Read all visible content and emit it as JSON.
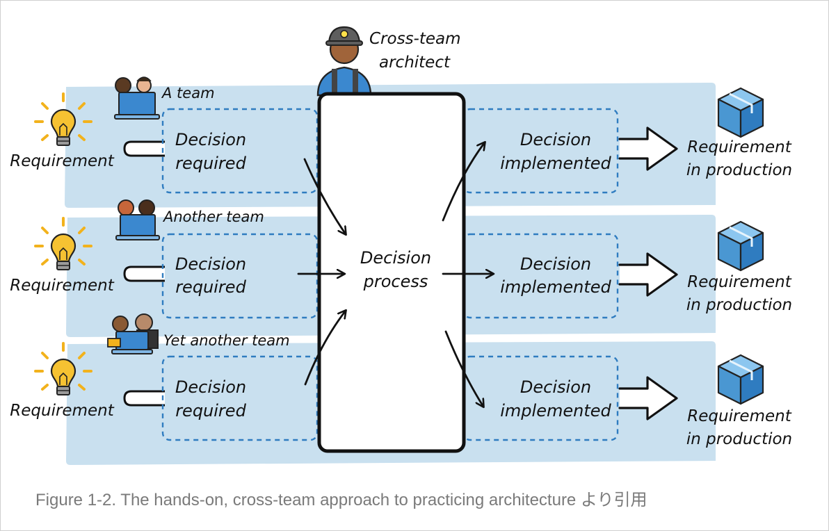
{
  "architect": {
    "label_line1": "Cross-team",
    "label_line2": "architect"
  },
  "decision_process": {
    "line1": "Decision",
    "line2": "process"
  },
  "lanes": [
    {
      "team": "A team",
      "requirement": "Requirement",
      "decision_required": [
        "Decision",
        "required"
      ],
      "decision_implemented": [
        "Decision",
        "implemented"
      ],
      "output": [
        "Requirement",
        "in production"
      ]
    },
    {
      "team": "Another team",
      "requirement": "Requirement",
      "decision_required": [
        "Decision",
        "required"
      ],
      "decision_implemented": [
        "Decision",
        "implemented"
      ],
      "output": [
        "Requirement",
        "in production"
      ]
    },
    {
      "team": "Yet another team",
      "requirement": "Requirement",
      "decision_required": [
        "Decision",
        "required"
      ],
      "decision_implemented": [
        "Decision",
        "implemented"
      ],
      "output": [
        "Requirement",
        "in production"
      ]
    }
  ],
  "caption": "Figure 1-2. The hands-on, cross-team approach to practicing architecture より引用",
  "colors": {
    "lane_fill": "#c9e0ef",
    "dashed_box": "#2f7cc0",
    "bulb": "#f2b21c",
    "cube": "#5aa7dd",
    "laptop": "#3b88cf",
    "helmet": "#555555"
  },
  "icons": {
    "requirement": "lightbulb-icon",
    "team": "team-laptop-icon",
    "architect": "architect-hardhat-icon",
    "production": "package-cube-icon"
  }
}
